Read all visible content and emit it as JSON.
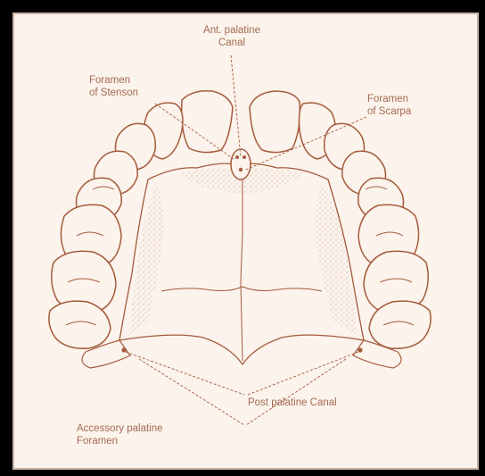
{
  "labels": {
    "anterior_canal": [
      "Ant. palatine",
      "Canal"
    ],
    "stenson": [
      "Foramen",
      "of Stenson"
    ],
    "scarpa": [
      "Foramen",
      "of Scarpa"
    ],
    "posterior_canal": "Post palatine Canal",
    "accessory": [
      "Accessory palatine",
      "Foramen"
    ]
  },
  "colors": {
    "outline": "#a55a3c",
    "text": "#a56a52",
    "paper": "#fbf3ec",
    "frame": "#000000"
  }
}
